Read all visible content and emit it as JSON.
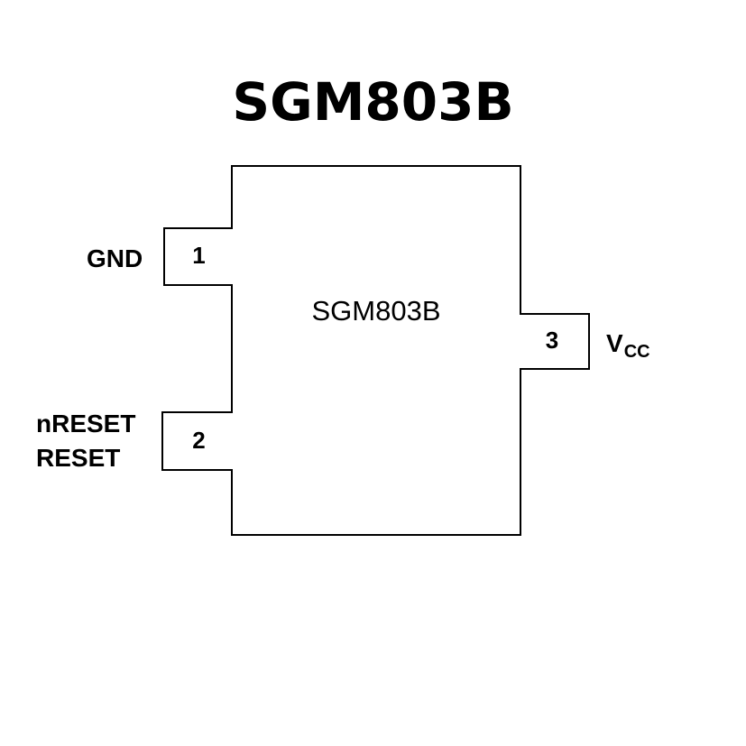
{
  "title": "SGM803B",
  "chip": {
    "label": "SGM803B"
  },
  "pins": [
    {
      "number": "1",
      "name": "GND"
    },
    {
      "number": "2",
      "name_lines": [
        "nRESET",
        "RESET"
      ]
    },
    {
      "number": "3",
      "name_main": "V",
      "name_sub": "CC"
    }
  ]
}
